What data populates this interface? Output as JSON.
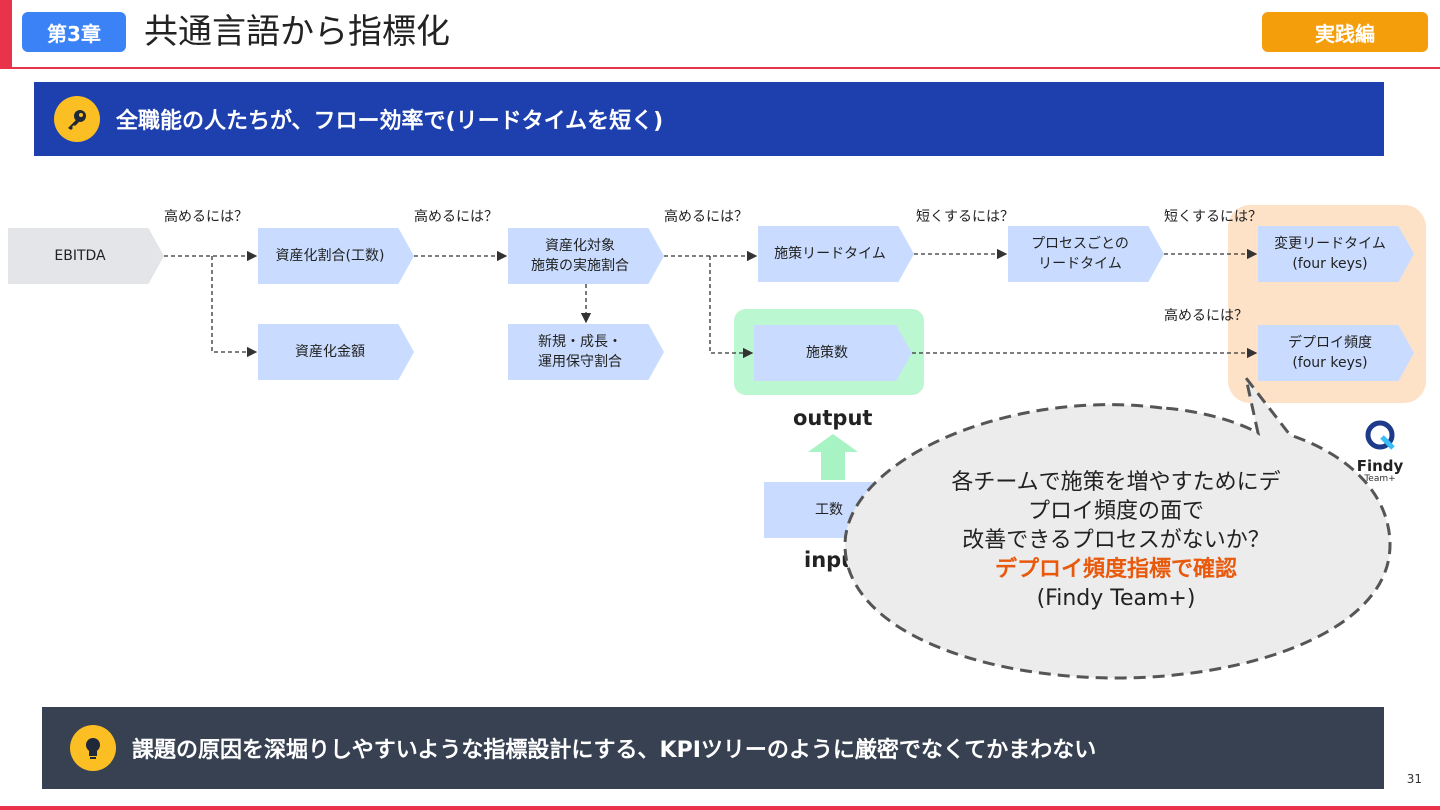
{
  "header": {
    "chapter": "第3章",
    "title": "共通言語から指標化",
    "badge": "実践編"
  },
  "key_banner": {
    "text": "全職能の人たちが、フロー効率で(リードタイムを短く)",
    "icon": "key-icon"
  },
  "diagram": {
    "nodes": {
      "ebitda": "EBITDA",
      "capitalization_ratio": "資産化割合(工数)",
      "capitalization_amount": "資産化金額",
      "capitalized_target": "資産化対象\n施策の実施割合",
      "new_growth_ops": "新規・成長・\n運用保守割合",
      "initiative_lead_time": "施策リードタイム",
      "process_lead_time": "プロセスごとの\nリードタイム",
      "change_lead_time": "変更リードタイム\n(four keys)",
      "initiative_count": "施策数",
      "deploy_frequency": "デプロイ頻度\n(four keys)",
      "effort": "工数"
    },
    "questions": {
      "q1": "高めるには？",
      "q2": "高めるには？",
      "q3": "高めるには？",
      "q4": "短くするには？",
      "q5": "短くするには？",
      "q6": "高めるには？"
    },
    "output_label": "output",
    "input_label": "input",
    "logo": {
      "name": "Findy",
      "sub": "Team+"
    },
    "colors": {
      "blue_node": "#c9dcff",
      "grey_node": "#e4e5e8",
      "green_highlight": "#bbf7d0",
      "orange_highlight": "#fde2c8"
    }
  },
  "callout": {
    "line1": "各チームで施策を増やすためにデ",
    "line2": "プロイ頻度の面で",
    "line3": "改善できるプロセスがないか？",
    "highlight": "デプロイ頻度指標で確認",
    "line5": "(Findy Team+)"
  },
  "bottom_banner": {
    "text": "課題の原因を深堀りしやすいような指標設計にする、KPIツリーのように厳密でなくてかまわない",
    "icon": "lightbulb-icon"
  },
  "page_number": "31"
}
